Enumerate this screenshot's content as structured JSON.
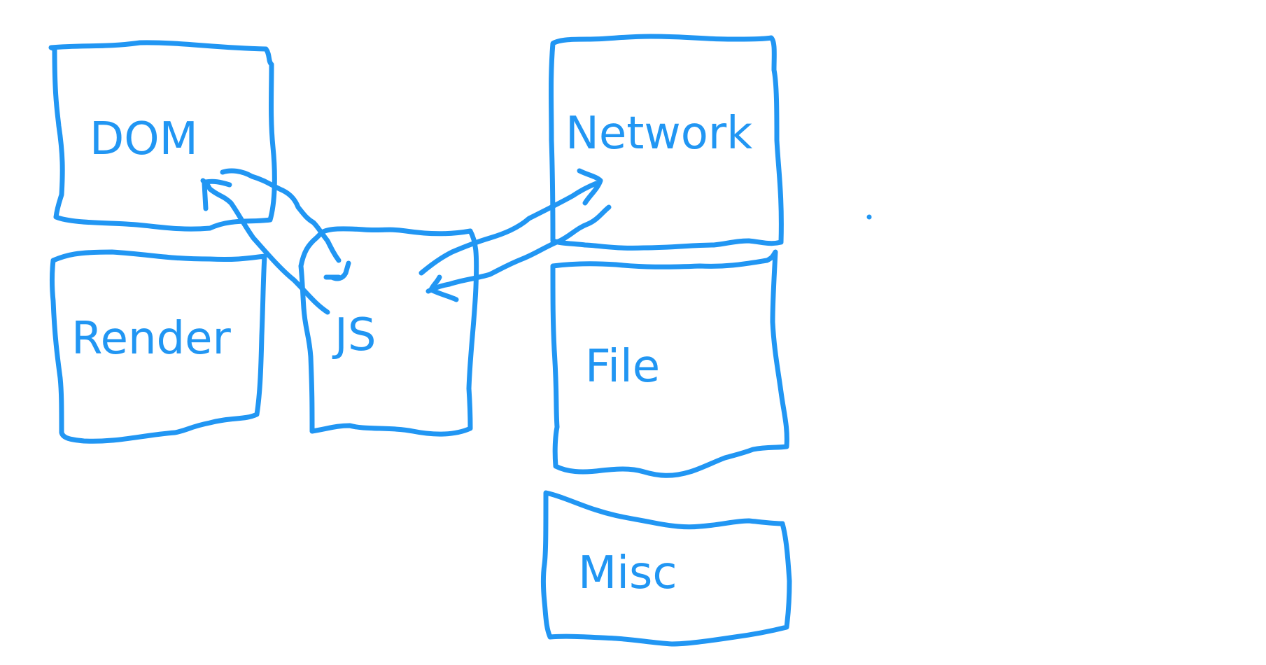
{
  "diagram": {
    "ink_color": "#2196f3",
    "background": "#ffffff",
    "boxes": [
      {
        "id": "dom",
        "label": "DOM"
      },
      {
        "id": "render",
        "label": "Render"
      },
      {
        "id": "js",
        "label": "JS"
      },
      {
        "id": "network",
        "label": "Network"
      },
      {
        "id": "file",
        "label": "File"
      },
      {
        "id": "misc",
        "label": "Misc"
      }
    ],
    "connections": [
      {
        "from": "js",
        "to": "dom",
        "arrowhead": "dom"
      },
      {
        "from": "dom",
        "to": "js",
        "arrowhead": "js"
      },
      {
        "from": "js",
        "to": "network",
        "arrowhead": "network"
      },
      {
        "from": "network",
        "to": "js",
        "arrowhead": "js"
      }
    ]
  }
}
